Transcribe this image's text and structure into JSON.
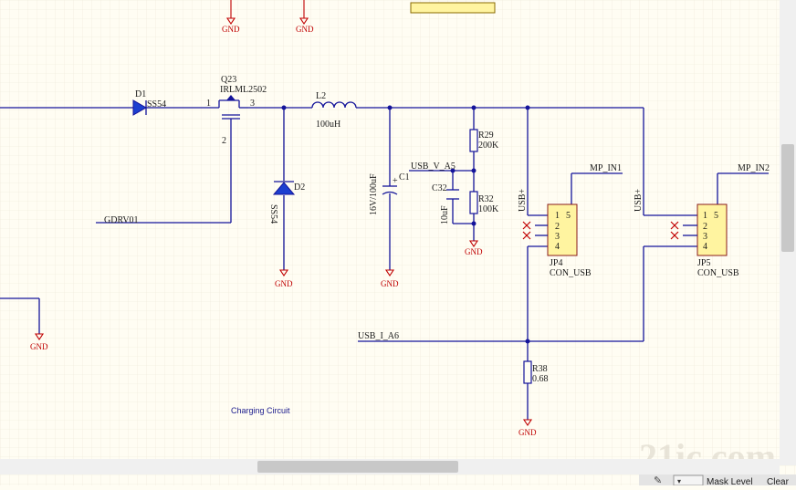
{
  "labels": {
    "d1_ref": "D1",
    "d1_val": "SS54",
    "q23_ref": "Q23",
    "q23_val": "IRLML2502",
    "q23_pin1": "1",
    "q23_pin2": "2",
    "q23_pin3": "3",
    "l2_ref": "L2",
    "l2_val": "100uH",
    "d2_ref": "D2",
    "d2_val": "SS54",
    "c1_ref": "C1",
    "c1_val": "16V/100uF",
    "r29_ref": "R29",
    "r29_val": "200K",
    "r32_ref": "R32",
    "r32_val": "100K",
    "c32_ref": "C32",
    "c32_val": "10uF",
    "r38_ref": "R38",
    "r38_val": "0.68",
    "jp4_ref": "JP4",
    "jp4_val": "CON_USB",
    "jp5_ref": "JP5",
    "jp5_val": "CON_USB",
    "pin1": "1",
    "pin2": "2",
    "pin3": "3",
    "pin4": "4",
    "pin5": "5",
    "usb_plus": "USB+"
  },
  "nets": {
    "gdrv": "GDRV01",
    "usb_v": "USB_V_A5",
    "usb_i": "USB_I_A6",
    "mp_in1": "MP_IN1",
    "mp_in2": "MP_IN2",
    "gnd": "GND"
  },
  "annotation": "Charging Circuit",
  "status": {
    "mask_level": "Mask Level",
    "clear": "Clear"
  },
  "watermark": "21ic.com"
}
